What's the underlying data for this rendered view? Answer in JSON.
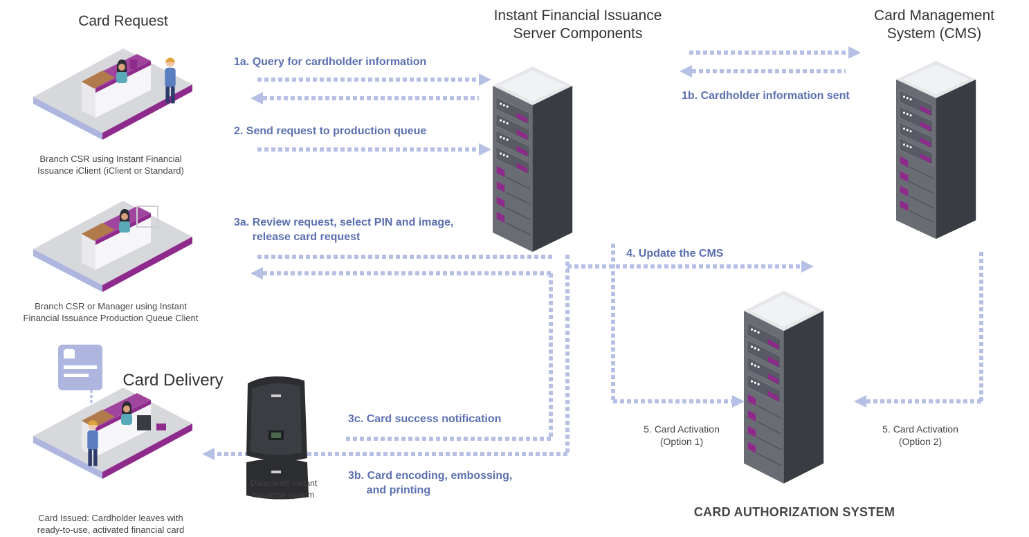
{
  "headings": {
    "card_request": "Card Request",
    "ifi_server": "Instant Financial Issuance\nServer Components",
    "cms": "Card Management\nSystem (CMS)",
    "card_delivery": "Card Delivery",
    "card_auth": "CARD AUTHORIZATION SYSTEM"
  },
  "flows": {
    "f1a": "1a. Query for cardholder information",
    "f1b": "1b. Cardholder information sent",
    "f2": "2. Send request to production queue",
    "f3a": "3a. Review request, select PIN and image,\n      release card request",
    "f4": "4. Update the CMS",
    "f3c": "3c. Card success notification",
    "f3b": "3b. Card encoding, embossing,\n      and printing",
    "f5a": "5. Card Activation\n(Option 1)",
    "f5b": "5. Card Activation\n(Option 2)"
  },
  "captions": {
    "csr_iclient": "Branch CSR using Instant Financial\nIssuance iClient (iClient or Standard)",
    "csr_manager": "Branch CSR or Manager using Instant\nFinancial Issuance Production Queue Client",
    "printer": "Datacard® instant\nissuance system",
    "issued": "Card Issued: Cardholder leaves with\nready-to-use, activated financial card"
  },
  "colors": {
    "arrow": "#b6bfe4",
    "label": "#5b6fb0",
    "accent": "#8e2a8c",
    "server_dark": "#3a3c44",
    "server_front": "#50525b"
  }
}
